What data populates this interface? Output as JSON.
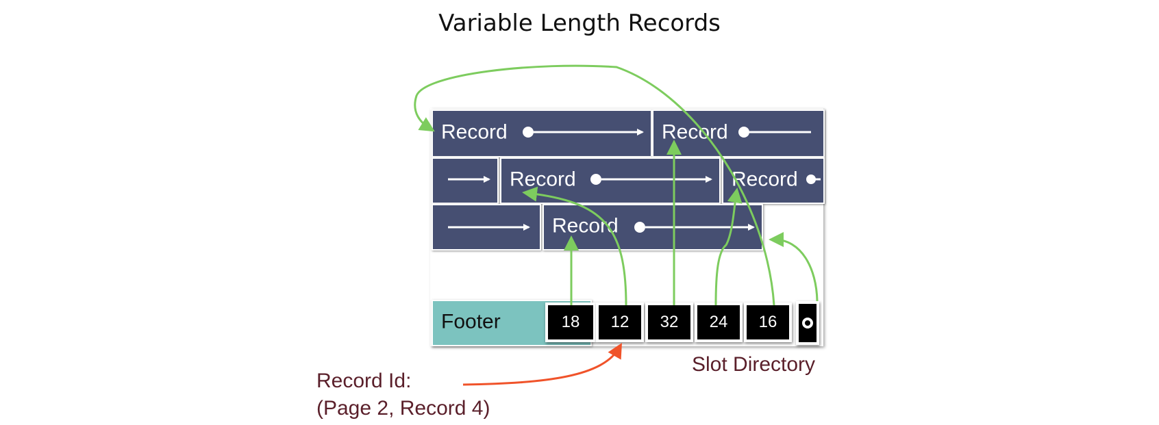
{
  "title": "Variable Length Records",
  "records": {
    "r1_label": "Record",
    "r2_label": "Record",
    "r3_label": "Record",
    "r4_label": "Record",
    "r5_label": "Record"
  },
  "footer": {
    "label": "Footer"
  },
  "slots": [
    "18",
    "12",
    "32",
    "24",
    "16"
  ],
  "slot_directory_label": "Slot Directory",
  "record_id": {
    "line1": "Record Id:",
    "line2": "(Page 2, Record 4)"
  },
  "colors": {
    "record_fill": "#464f72",
    "footer_fill": "#7cc3bf",
    "pointer_arrow": "#7dcc5e",
    "record_id_arrow": "#f0532a",
    "caption_text": "#5a1f2a"
  }
}
